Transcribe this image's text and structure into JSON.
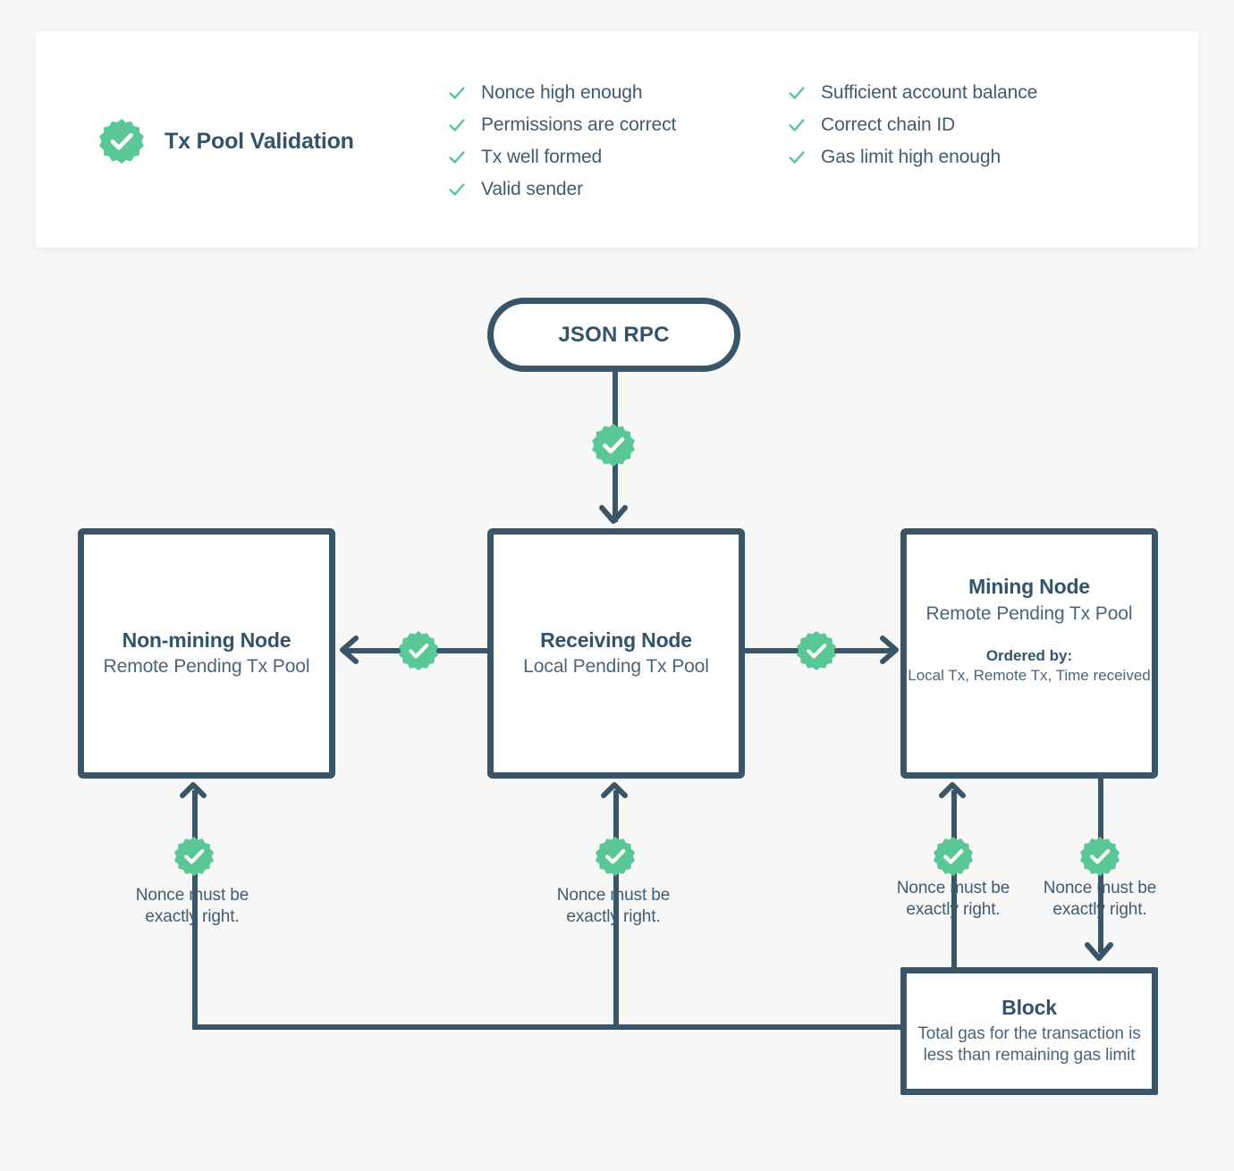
{
  "page": {
    "background": "#f7f7f7",
    "ink": "#3a5567",
    "accent": "#5ac797",
    "text": "#3f5b70"
  },
  "header": {
    "badge_icon": "check-badge-icon",
    "title": "Tx Pool Validation",
    "checks_left": [
      "Nonce high enough",
      "Permissions are correct",
      "Tx well formed",
      "Valid sender"
    ],
    "checks_right": [
      "Sufficient account balance",
      "Correct chain ID",
      "Gas limit high enough"
    ]
  },
  "diagram": {
    "entry": {
      "label": "JSON RPC"
    },
    "nodes": {
      "non_mining": {
        "title": "Non-mining Node",
        "subtitle": "Remote Pending\nTx Pool"
      },
      "receiving": {
        "title": "Receiving Node",
        "subtitle": "Local Pending\nTx Pool"
      },
      "mining": {
        "title": "Mining Node",
        "subtitle": "Remote Pending\nTx Pool",
        "extra_title": "Ordered by:",
        "extra_subtitle": "Local Tx, Remote Tx,\nTime received"
      },
      "block": {
        "title": "Block",
        "subtitle": "Total gas for the\ntransaction is less than\nremaining gas limit"
      }
    },
    "notes": {
      "nonce_non_mining": "Nonce must be\nexactly right.",
      "nonce_receiving": "Nonce must be\nexactly right.",
      "nonce_mining_left": "Nonce must be\nexactly right.",
      "nonce_mining_right": "Nonce must be\nexactly right."
    },
    "badge_icon": "check-badge-icon"
  }
}
